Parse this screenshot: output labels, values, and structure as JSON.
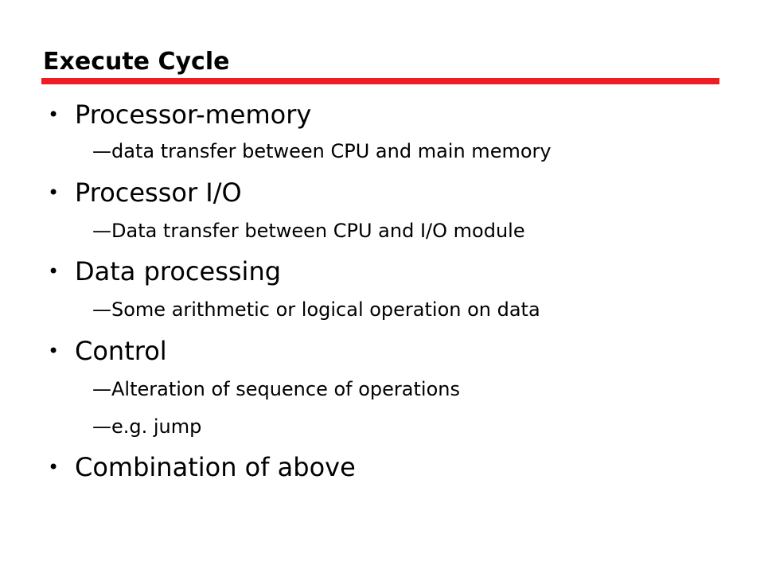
{
  "slide": {
    "title": "Execute Cycle",
    "accent_color": "#ee1c25",
    "items": [
      {
        "text": "Processor-memory",
        "subitems": [
          "data transfer between CPU and main memory"
        ]
      },
      {
        "text": "Processor I/O",
        "subitems": [
          "Data transfer between CPU and I/O module"
        ]
      },
      {
        "text": "Data processing",
        "subitems": [
          "Some arithmetic or logical operation on data"
        ]
      },
      {
        "text": "Control",
        "subitems": [
          "Alteration of sequence of operations",
          "e.g. jump"
        ]
      },
      {
        "text": "Combination of above",
        "subitems": []
      }
    ],
    "bullet_glyph": "•",
    "dash_glyph": "—"
  }
}
